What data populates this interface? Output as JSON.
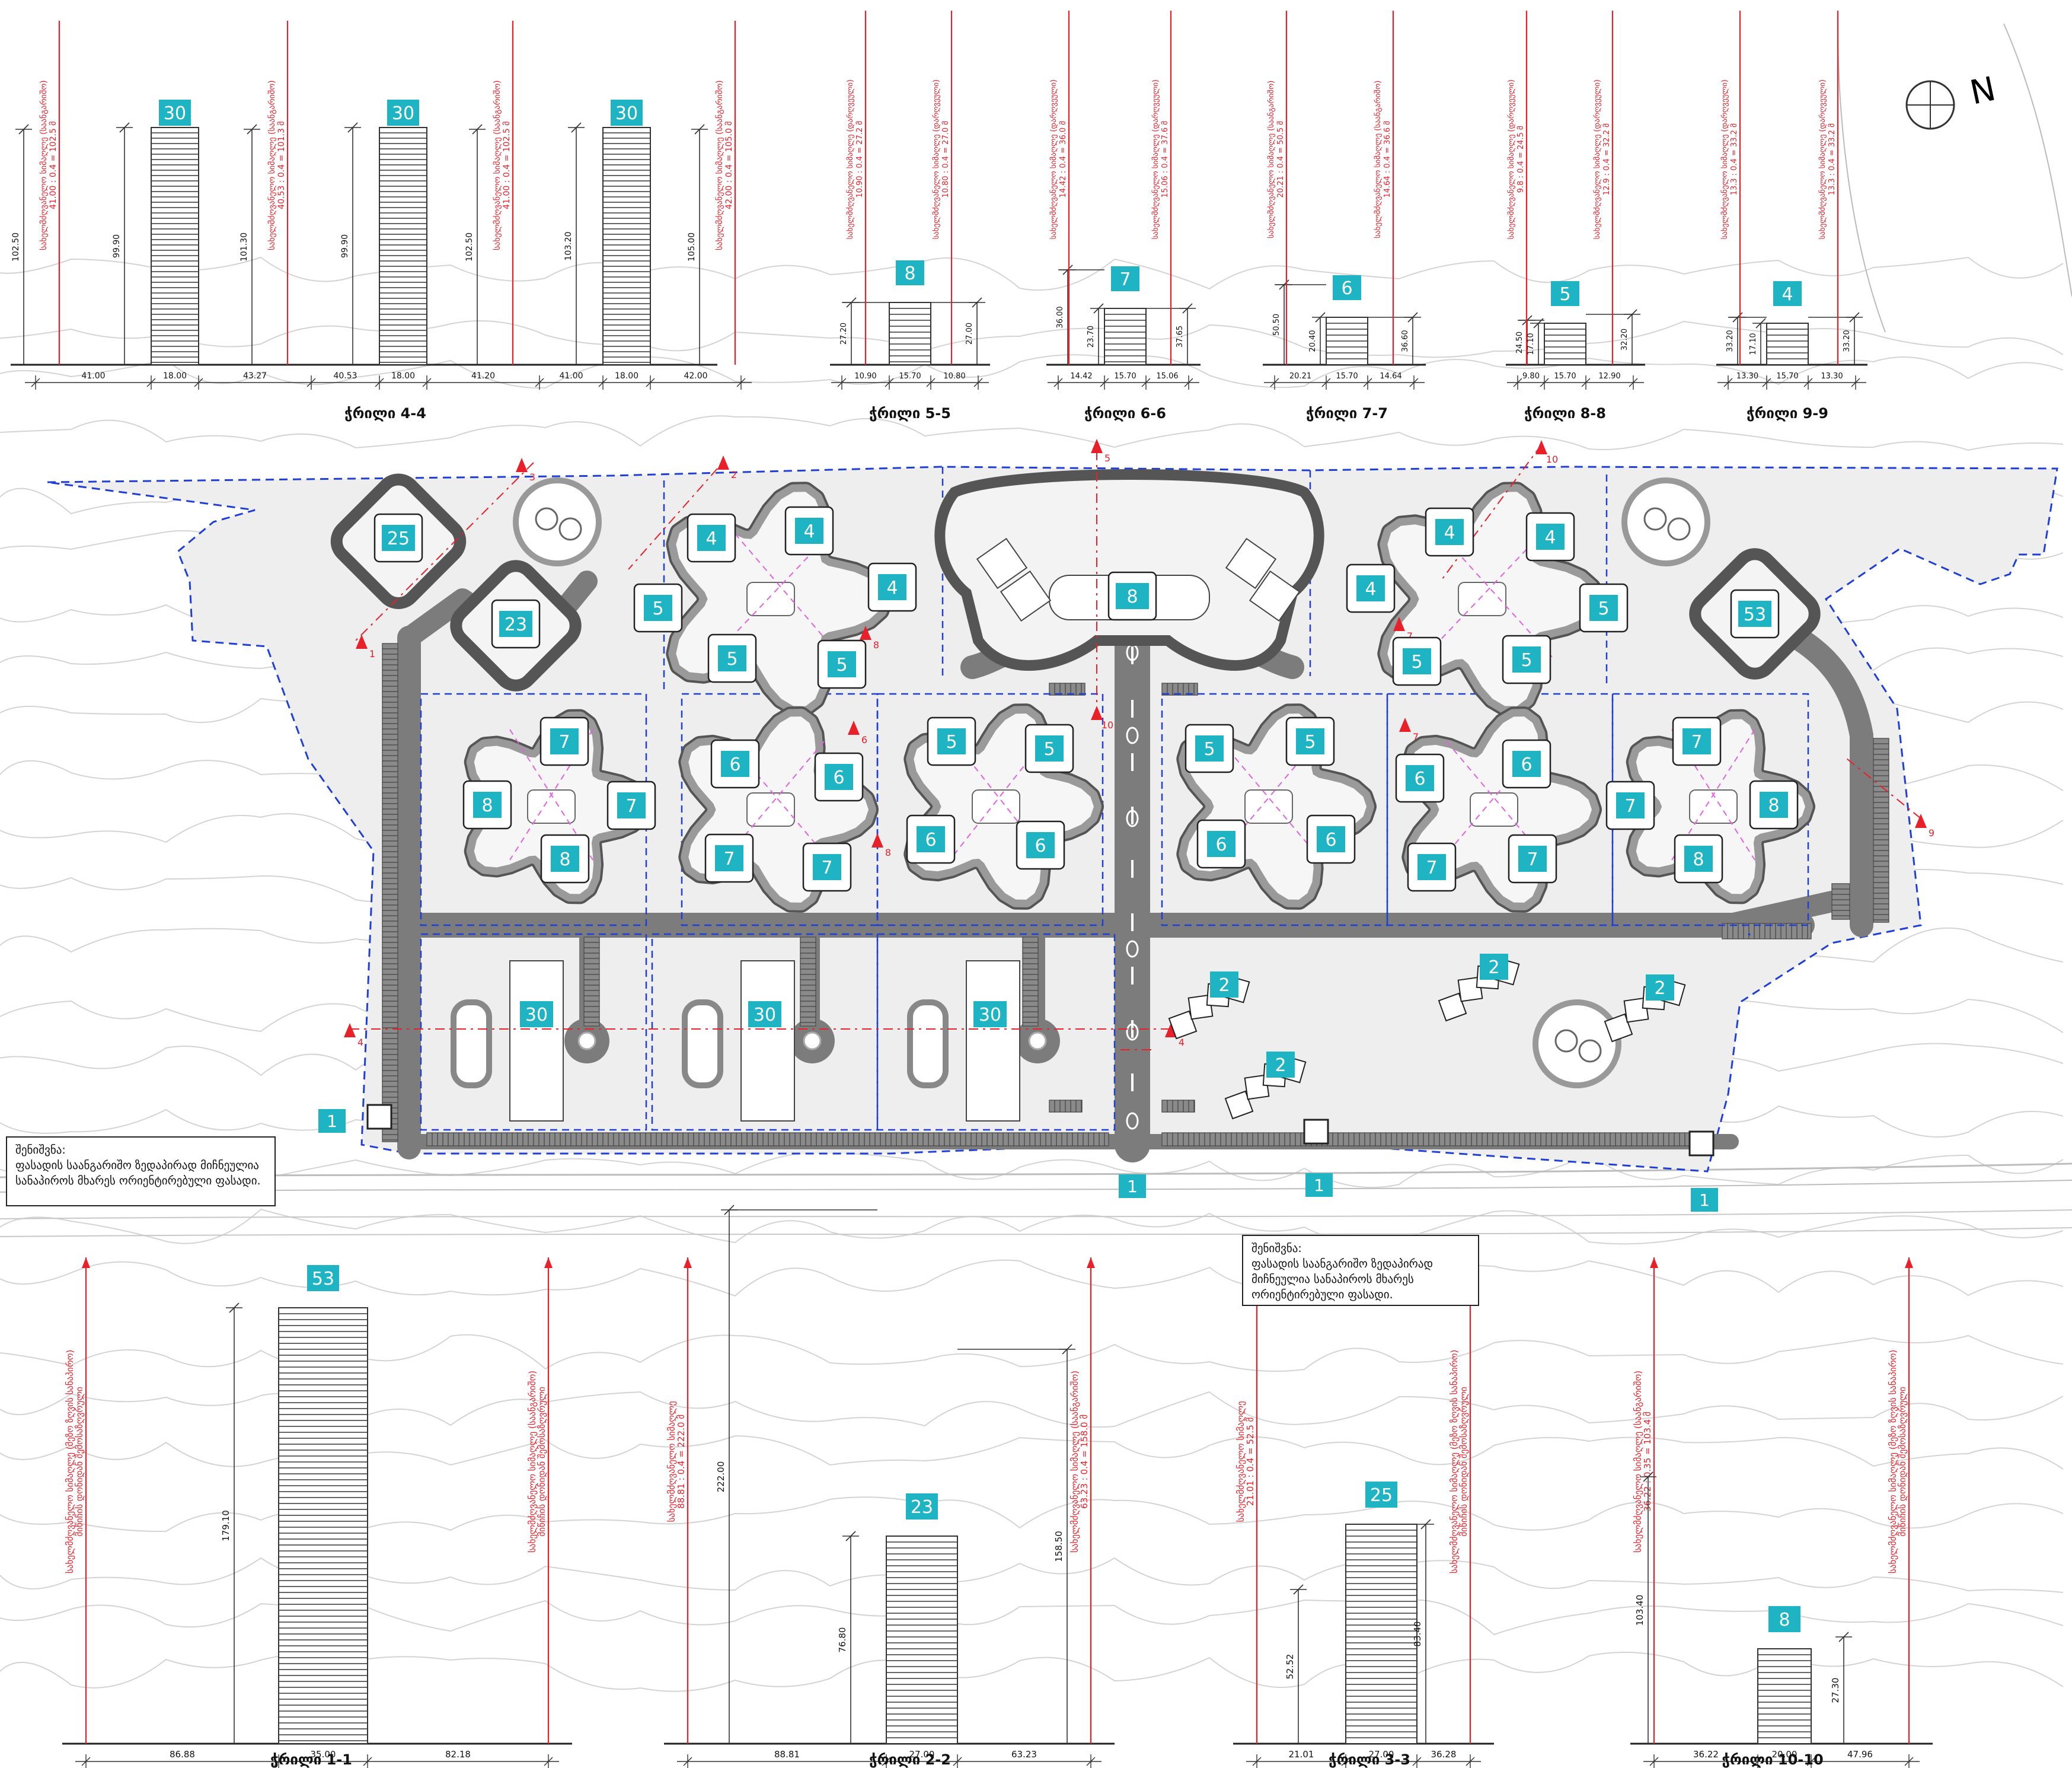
{
  "north_label": "N",
  "notes": [
    {
      "title": "შენიშვნა:",
      "body": "ფასადის საანგარიშო ზედაპირად მიჩნეულია სანაპიროს მხარეს ორიენტირებული ფასადი."
    },
    {
      "title": "შენიშვნა:",
      "body": "ფასადის საანგარიშო ზედაპირად მიჩნეულია სანაპიროს მხარეს ორიენტირებული ფასადი."
    }
  ],
  "sections_top": [
    {
      "title": "ჭრილი 4-4",
      "buildings": [
        {
          "label": "30",
          "height": "99.90"
        },
        {
          "label": "30",
          "height": "99.90"
        },
        {
          "label": "30",
          "height": "103.20"
        }
      ],
      "heights": [
        "102.50",
        "101.30",
        "102.50",
        "105.00"
      ],
      "rules": [
        "სახელმძღვანელო სიმაღლე (საანგარიშო)",
        "41.00 : 0.4 = 102.5 მ",
        "სახელმძღვანელო სიმაღლე (საანგარიშო)",
        "40.53 : 0.4 = 101.3 მ",
        "სახელმძღვანელო სიმაღლე (საანგარიშო)",
        "41.00 : 0.4 = 102.5 მ",
        "სახელმძღვანელო სიმაღლე (საანგარიშო)",
        "42.00 : 0.4 = 105.0 მ"
      ],
      "dims": [
        "41.00",
        "18.00",
        "43.27",
        "40.53",
        "18.00",
        "41.20",
        "41.00",
        "18.00",
        "42.00"
      ]
    },
    {
      "title": "ჭრილი 5-5",
      "building": {
        "label": "8"
      },
      "heights": [
        "27.20",
        "27.00"
      ],
      "rules": [
        "სახელმძღვანელო სიმაღლე (დარღვეული)",
        "10.90 : 0.4 = 27.2 მ",
        "სახელმძღვანელო სიმაღლე (დარღვეული)",
        "10.80 : 0.4 = 27.0 მ"
      ],
      "dims": [
        "10.90",
        "15.70",
        "10.80"
      ]
    },
    {
      "title": "ჭრილი 6-6",
      "building": {
        "label": "7"
      },
      "heights": [
        "36.00",
        "23.70",
        "37.65"
      ],
      "rules": [
        "სახელმძღვანელო სიმაღლე (დარღვეული)",
        "14.42 : 0.4 = 36.0 მ",
        "სახელმძღვანელო სიმაღლე (დარღვეული)",
        "15.06 : 0.4 = 37.6 მ"
      ],
      "dims": [
        "14.42",
        "15.70",
        "15.06"
      ]
    },
    {
      "title": "ჭრილი 7-7",
      "building": {
        "label": "6"
      },
      "heights": [
        "50.50",
        "20.40",
        "36.60"
      ],
      "rules": [
        "სახელმძღვანელო სიმაღლე (საანგარიშო)",
        "20.21 : 0.4 = 50.5 მ",
        "სახელმძღვანელო სიმაღლე (საანგარიშო)",
        "14.64 : 0.4 = 36.6 მ"
      ],
      "dims": [
        "20.21",
        "15.70",
        "14.64"
      ]
    },
    {
      "title": "ჭრილი 8-8",
      "building": {
        "label": "5"
      },
      "heights": [
        "24.50",
        "17.10",
        "32.20"
      ],
      "rules": [
        "სახელმძღვანელო სიმაღლე (დარღვეული)",
        "9.8 : 0.4 = 24.5 მ",
        "სახელმძღვანელო სიმაღლე (დარღვეული)",
        "12.9 : 0.4 = 32.2 მ"
      ],
      "dims": [
        "9.80",
        "15.70",
        "12.90"
      ]
    },
    {
      "title": "ჭრილი 9-9",
      "building": {
        "label": "4"
      },
      "heights": [
        "33.20",
        "17.10",
        "33.20"
      ],
      "rules": [
        "სახელმძღვანელო სიმაღლე (დარღვეული)",
        "13.3 : 0.4 = 33.2 მ",
        "სახელმძღვანელო სიმაღლე (დარღვეული)",
        "13.3 : 0.4 = 33.2 მ"
      ],
      "dims": [
        "13.30",
        "15.70",
        "13.30"
      ]
    }
  ],
  "sections_bottom": [
    {
      "title": "ჭრილი 1-1",
      "building": {
        "label": "53",
        "height": "179.10"
      },
      "rules": [
        "სახელმძღვანელო სიმაღლე (მეზო ზღვის სანაპირო)",
        "მიწიჩის დონიდან შემოსაზღვრული",
        "სახელმძღვანელო სიმაღლე (საანგარიშო)",
        "მიწიჩის დონიდან შემოსაზღვრული"
      ],
      "dims": [
        "86.88",
        "35.00",
        "82.18"
      ]
    },
    {
      "title": "ჭრილი 2-2",
      "building": {
        "label": "23",
        "height": "76.80"
      },
      "heights": [
        "222.00",
        "158.50"
      ],
      "rules": [
        "სახელმძღვანელო სიმაღლე",
        "88.81 : 0.4 = 222.0 მ",
        "სახელმძღვანელო სიმაღლე (საანგარიშო)",
        "63.23 : 0.4 = 158.0 მ"
      ],
      "dims": [
        "88.81",
        "27.00",
        "63.23"
      ]
    },
    {
      "title": "ჭრილი 3-3",
      "building": {
        "label": "25"
      },
      "heights": [
        "52.52",
        "83.40"
      ],
      "rules": [
        "სახელმძღვანელო სიმაღლე",
        "21.01 : 0.4 = 52.5 მ",
        "სახელმძღვანელო სიმაღლე (მეზო ზღვის სანაპირო)",
        "მიწიჩის დონიდან შემოსაზღვრული"
      ],
      "dims": [
        "21.01",
        "27.00",
        "36.28"
      ]
    },
    {
      "title": "ჭრილი 10-10",
      "building": {
        "label": "8"
      },
      "heights": [
        "103.40",
        "27.30"
      ],
      "rules": [
        "სახელმძღვანელო სიმაღლე (საანგარიშო)",
        "36.22 : 0.35 = 103.4 მ",
        "სახელმძღვანელო სიმაღლე (მეზო ზღვის სანაპირო)",
        "მიწიჩის დონიდან შემოსაზღვრული"
      ],
      "dims": [
        "36.22",
        "20.00",
        "47.96"
      ]
    }
  ],
  "plan": {
    "markers_one": [
      "1",
      "1",
      "1",
      "1",
      "1"
    ],
    "cut_labels": [
      "4",
      "4",
      "2",
      "3",
      "1",
      "5",
      "10",
      "10",
      "9",
      "8",
      "6",
      "7",
      "7",
      "8"
    ],
    "buildings": [
      "25",
      "23",
      "4",
      "4",
      "4",
      "5",
      "5",
      "5",
      "8",
      "4",
      "4",
      "4",
      "5",
      "5",
      "5",
      "53",
      "7",
      "7",
      "8",
      "8",
      "6",
      "6",
      "7",
      "7",
      "5",
      "5",
      "6",
      "6",
      "5",
      "5",
      "6",
      "6",
      "6",
      "6",
      "7",
      "7",
      "7",
      "7",
      "8",
      "8",
      "30",
      "30",
      "30",
      "2",
      "2",
      "2",
      "2"
    ]
  },
  "colors": {
    "teal": "#1eb4c3",
    "red": "#e8202a",
    "blue": "#1f3fd6",
    "road": "#7c7c7c",
    "pink": "#e262e0"
  }
}
